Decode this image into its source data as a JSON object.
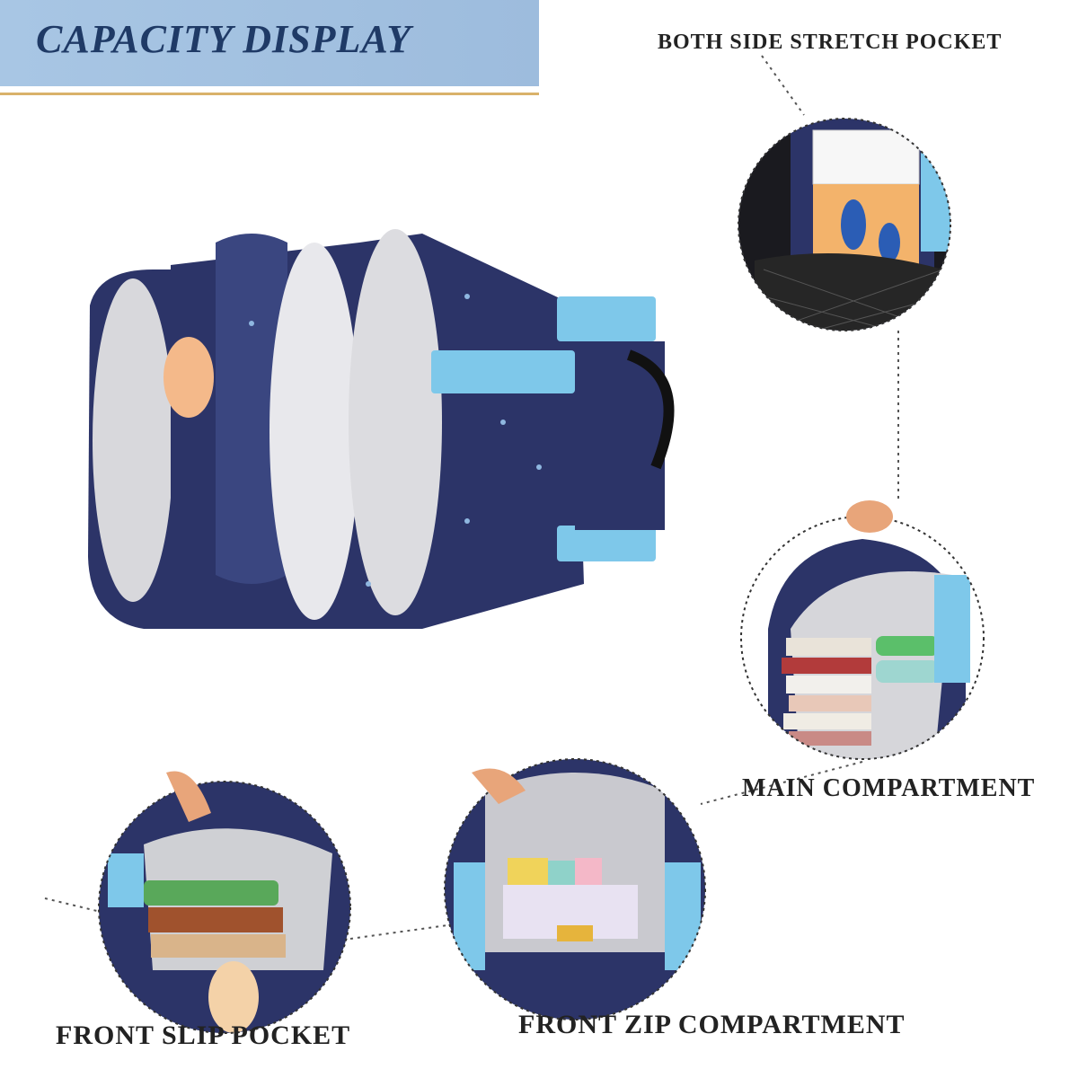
{
  "banner": {
    "title": "CAPACITY DISPLAY"
  },
  "labels": {
    "side_pocket": "BOTH SIDE STRETCH POCKET",
    "main_compartment": "MAIN COMPARTMENT",
    "front_slip_pocket": "FRONT SLIP POCKET",
    "front_zip_compartment": "FRONT ZIP COMPARTMENT"
  },
  "colors": {
    "banner_bg": "#a8c6e4",
    "banner_text": "#1f3a66",
    "bag_navy": "#2c3468",
    "lining_grey": "#d8d8dc",
    "accent_blue": "#7ec8ea"
  }
}
